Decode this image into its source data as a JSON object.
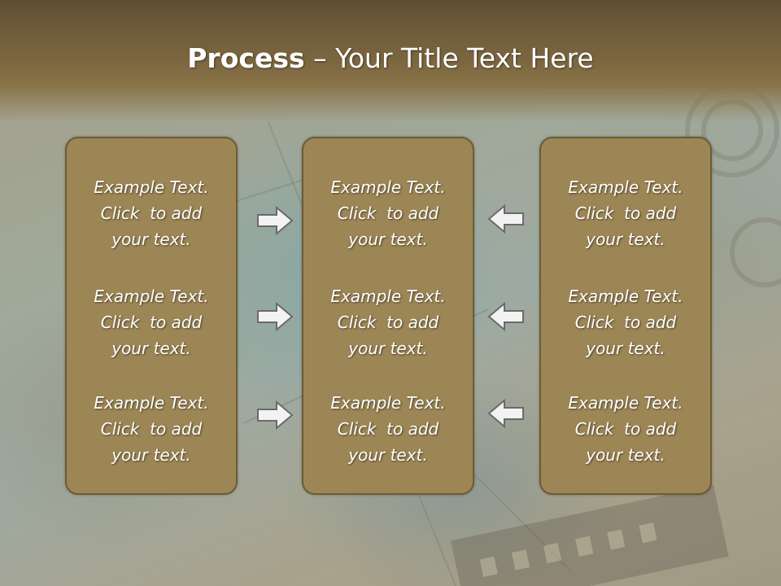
{
  "slide": {
    "title_bold": "Process",
    "title_rest": " – Your Title Text Here",
    "boxes": [
      {
        "items": [
          {
            "line1": "Example Text.",
            "line2": "Click  to add",
            "line3": "your text."
          },
          {
            "line1": "Example Text.",
            "line2": "Click  to add",
            "line3": "your text."
          },
          {
            "line1": "Example Text.",
            "line2": "Click  to add",
            "line3": "your text."
          }
        ]
      },
      {
        "items": [
          {
            "line1": "Example Text.",
            "line2": "Click  to add",
            "line3": "your text."
          },
          {
            "line1": "Example Text.",
            "line2": "Click  to add",
            "line3": "your text."
          },
          {
            "line1": "Example Text.",
            "line2": "Click  to add",
            "line3": "your text."
          }
        ]
      },
      {
        "items": [
          {
            "line1": "Example Text.",
            "line2": "Click  to add",
            "line3": "your text."
          },
          {
            "line1": "Example Text.",
            "line2": "Click  to add",
            "line3": "your text."
          },
          {
            "line1": "Example Text.",
            "line2": "Click  to add",
            "line3": "your text."
          }
        ]
      }
    ],
    "arrows": {
      "left_column": "arrow-right-icon",
      "right_column": "arrow-left-icon"
    },
    "colors": {
      "box_fill": "#9d8655",
      "box_border": "#6e5b35",
      "title_band": "#6f5c3a",
      "text": "#ffffff"
    }
  }
}
